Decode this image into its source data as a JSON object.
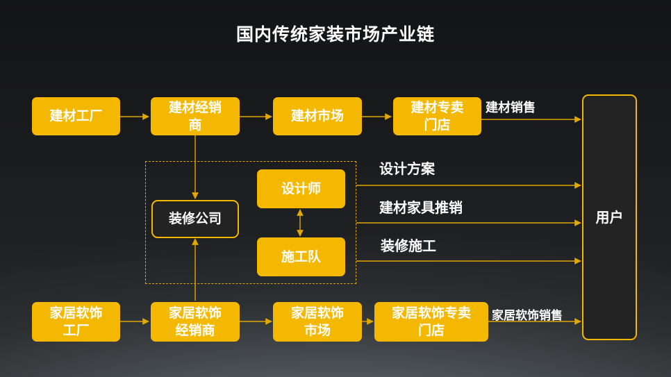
{
  "title": "国内传统家装市场产业链",
  "nodes": {
    "building_factory": "建材工厂",
    "building_dealer": "建材经销\n商",
    "building_market": "建材市场",
    "building_store": "建材专卖\n门店",
    "designer": "设计师",
    "decoration_company": "装修公司",
    "construction_team": "施工队",
    "furnishing_factory": "家居软饰\n工厂",
    "furnishing_dealer": "家居软饰\n经销商",
    "furnishing_market": "家居软饰\n市场",
    "furnishing_store": "家居软饰专卖\n门店",
    "user": "用户"
  },
  "edge_labels": {
    "building_sales": "建材销售",
    "design_plan": "设计方案",
    "material_promotion": "建材家具推销",
    "decoration_construction": "装修施工",
    "furnishing_sales": "家居软饰销售"
  },
  "colors": {
    "accent": "#f5b800",
    "dark_node": "#232323",
    "line": "#e0a800"
  }
}
